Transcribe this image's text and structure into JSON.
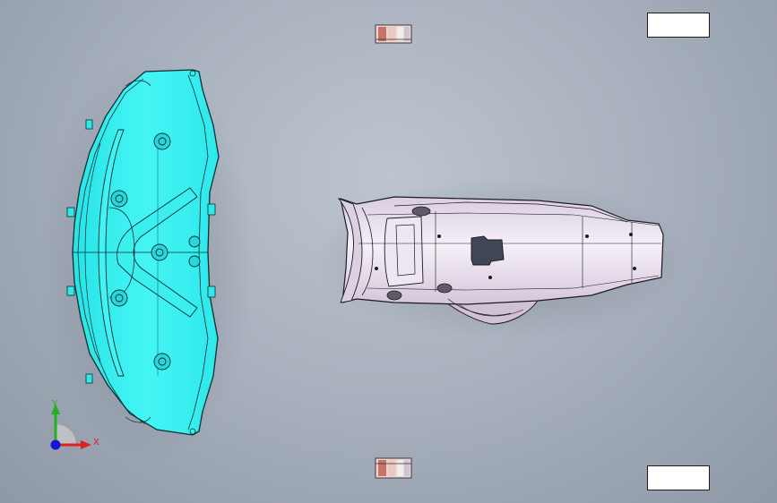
{
  "viewport": {
    "background_top": "#bcc4cf",
    "background_bottom": "#8f98a6"
  },
  "parts": {
    "panel": {
      "icon": "cyan-panel-part",
      "color": "#35f1f1",
      "edge": "#0d2e33"
    },
    "housing": {
      "icon": "pink-housing-part",
      "color": "#ece4ee",
      "shade": "#cfc2d6",
      "edge": "#1e1a22"
    },
    "fastener": {
      "icon": "nut-fastener-part",
      "color": "#e7d7d7",
      "accent": "#c77466"
    }
  },
  "triad": {
    "x_label": "X",
    "y_label": "Y",
    "x_color": "#e02020",
    "y_color": "#1fb31f",
    "z_color": "#1515d8"
  }
}
